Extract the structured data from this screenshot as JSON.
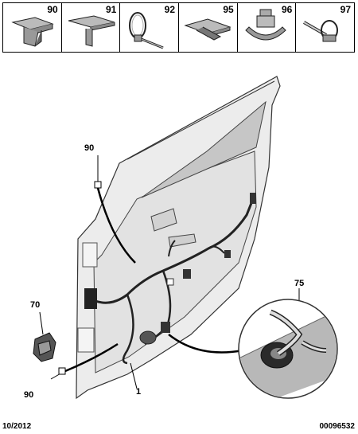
{
  "parts": [
    {
      "number": "90",
      "icon": "edge-clip-icon"
    },
    {
      "number": "91",
      "icon": "push-clip-icon"
    },
    {
      "number": "92",
      "icon": "cable-tie-icon"
    },
    {
      "number": "95",
      "icon": "fir-tree-clip-icon"
    },
    {
      "number": "96",
      "icon": "clamp-clip-icon"
    },
    {
      "number": "97",
      "icon": "tie-mount-icon"
    }
  ],
  "callouts": {
    "c90_top": "90",
    "c70": "70",
    "c90_bottom": "90",
    "c1": "1",
    "c75": "75"
  },
  "footer": {
    "date": "10/2012",
    "reference": "00096532"
  }
}
